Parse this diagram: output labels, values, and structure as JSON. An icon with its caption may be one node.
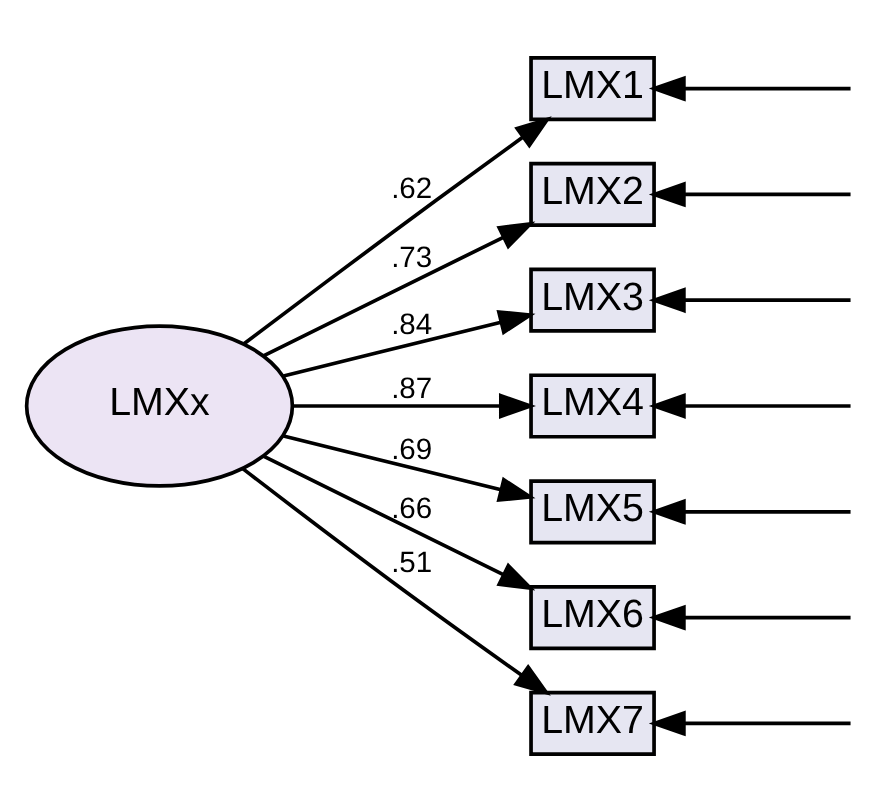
{
  "diagram": {
    "nodes": [
      {
        "text": [
          "LMXx"
        ]
      },
      {
        "text": [
          "LMX1"
        ]
      },
      {
        "text": [
          "LMX2"
        ]
      },
      {
        "text": [
          "LMX3"
        ]
      },
      {
        "text": [
          "LMX4"
        ]
      },
      {
        "text": [
          "LMX5"
        ]
      },
      {
        "text": [
          "LMX6"
        ]
      },
      {
        "text": [
          "LMX7"
        ]
      }
    ],
    "edges": [
      {
        "from": 0,
        "to": 1,
        "arrow": "to",
        "label": ".62"
      },
      {
        "from": 0,
        "to": 2,
        "arrow": "to",
        "label": ".73"
      },
      {
        "from": 0,
        "to": 3,
        "arrow": "to",
        "label": ".84"
      },
      {
        "from": 0,
        "to": 4,
        "arrow": "to",
        "label": ".87"
      },
      {
        "from": 0,
        "to": 5,
        "arrow": "to",
        "label": ".69"
      },
      {
        "from": 0,
        "to": 6,
        "arrow": "to",
        "label": ".66"
      },
      {
        "from": 0,
        "to": 7,
        "arrow": "to",
        "label": ".51"
      },
      {
        "from": null,
        "to": 1,
        "arrow": "to"
      },
      {
        "from": null,
        "to": 2,
        "arrow": "to"
      },
      {
        "from": null,
        "to": 3,
        "arrow": "to"
      },
      {
        "from": null,
        "to": 4,
        "arrow": "to"
      },
      {
        "from": null,
        "to": 5,
        "arrow": "to"
      },
      {
        "from": null,
        "to": 6,
        "arrow": "to"
      },
      {
        "from": null,
        "to": 7,
        "arrow": "to"
      }
    ]
  }
}
